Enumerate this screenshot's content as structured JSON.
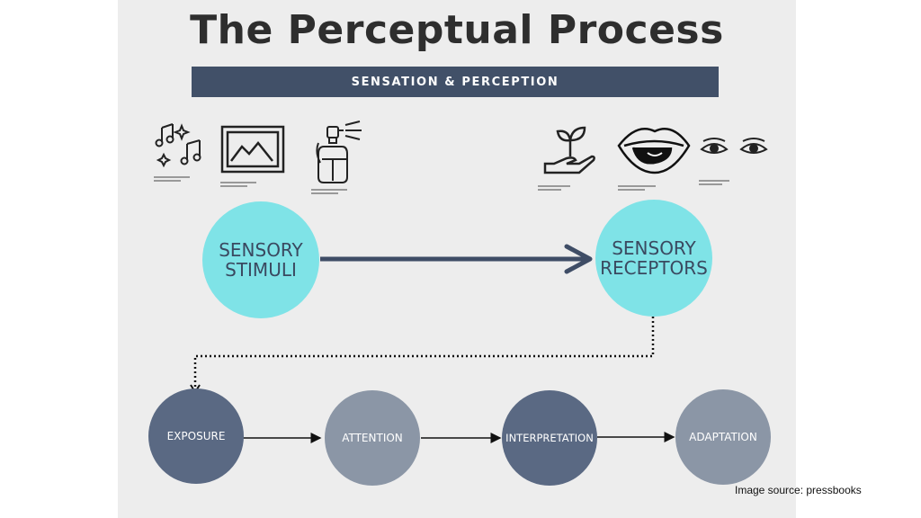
{
  "title": "The Perceptual Process",
  "banner": "SENSATION & PERCEPTION",
  "icons": {
    "music": "music-notes-icon",
    "picture": "framed-picture-icon",
    "perfume": "perfume-bottle-icon",
    "plant": "plant-in-hand-icon",
    "mouth": "mouth-tongue-icon",
    "eyes": "eyes-icon"
  },
  "main_flow": {
    "stimuli": "SENSORY STIMULI",
    "receptors": "SENSORY RECEPTORS"
  },
  "stages": [
    "EXPOSURE",
    "ATTENTION",
    "INTERPRETATION",
    "ADAPTATION"
  ],
  "source": "Image source: pressbooks",
  "colors": {
    "banner": "#415068",
    "cyan": "#7fe3e7",
    "dark_circle": "#5a6983",
    "grey_circle": "#8b96a6",
    "arrow": "#3f4d66"
  }
}
